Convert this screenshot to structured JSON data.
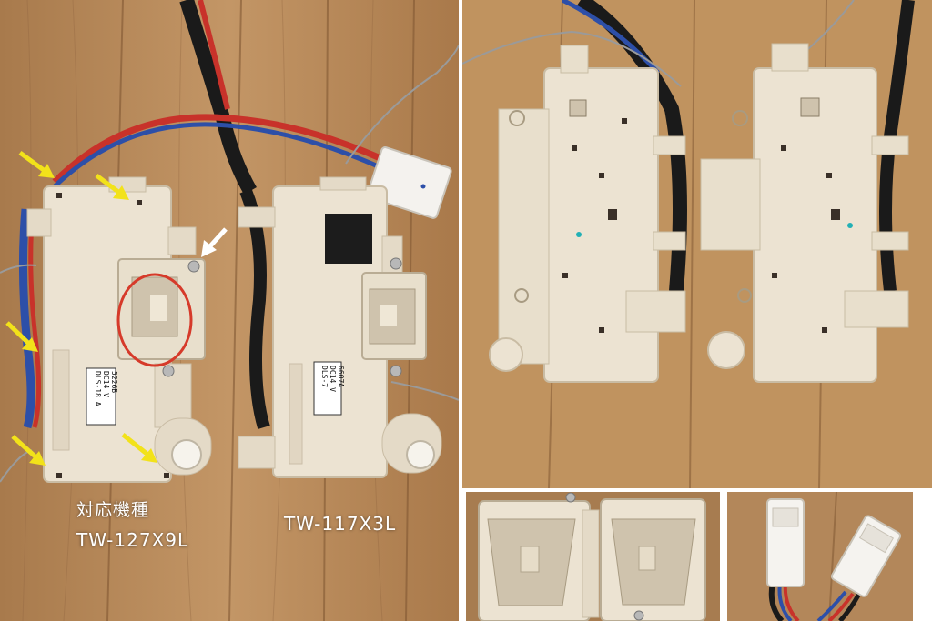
{
  "captions": {
    "left_line1": "対応機種",
    "left_line2": "TW-127X9L",
    "right": "TW-117X3L"
  },
  "labels": {
    "left_unit": [
      "DLS-18 A",
      "DC14 V",
      "5226B"
    ],
    "right_unit": [
      "DLS-7",
      "DC14 V",
      "6607A"
    ]
  },
  "colors": {
    "wood": "#b88a5a",
    "wood_dark": "#8a5e34",
    "plastic": "#ece3d2",
    "plastic_shadow": "#cfc3ad",
    "annotation_yellow": "#f2e21a",
    "annotation_white": "#ffffff",
    "annotation_red": "#d63a2a",
    "wire_black": "#1a1a1a",
    "wire_red": "#c8322a",
    "wire_blue": "#2d4fa8"
  }
}
